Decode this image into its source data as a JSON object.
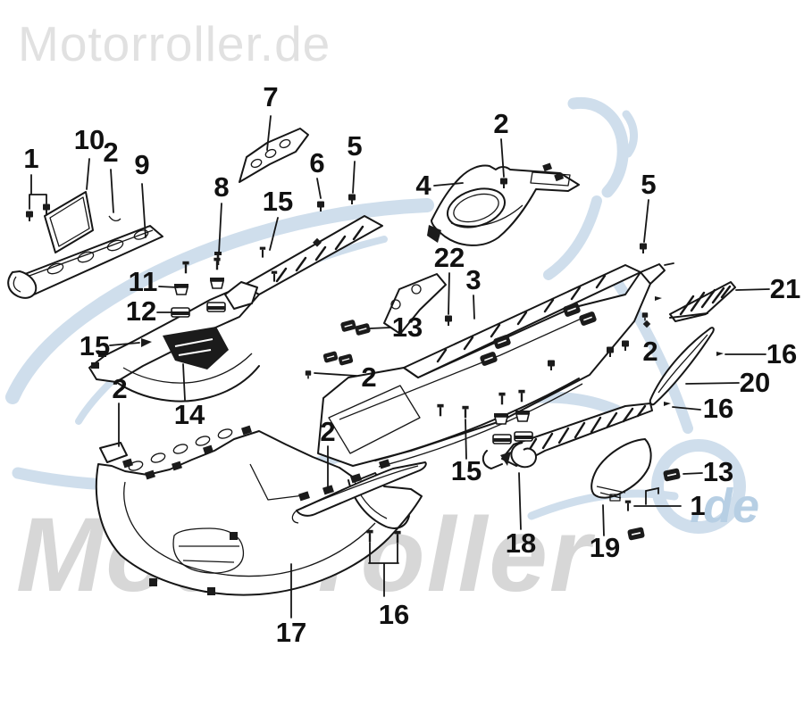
{
  "watermarks": {
    "top_logo": "Motorroller.de",
    "big_text": "Motorroller",
    "suffix": ".de"
  },
  "colors": {
    "line_art": "#161616",
    "top_logo_gray": "#e1e1e1",
    "watermark_gray": "#d7d7d7",
    "swirl_blue": "#cfdeec",
    "suffix_blue": "#b7cfe4",
    "callout_text": "#111111"
  },
  "callouts": [
    {
      "label": "1"
    },
    {
      "label": "10"
    },
    {
      "label": "2"
    },
    {
      "label": "9"
    },
    {
      "label": "7"
    },
    {
      "label": "8"
    },
    {
      "label": "15"
    },
    {
      "label": "6"
    },
    {
      "label": "5"
    },
    {
      "label": "2"
    },
    {
      "label": "4"
    },
    {
      "label": "22"
    },
    {
      "label": "3"
    },
    {
      "label": "5"
    },
    {
      "label": "21"
    },
    {
      "label": "11"
    },
    {
      "label": "12"
    },
    {
      "label": "13"
    },
    {
      "label": "15"
    },
    {
      "label": "2"
    },
    {
      "label": "16"
    },
    {
      "label": "20"
    },
    {
      "label": "16"
    },
    {
      "label": "2"
    },
    {
      "label": "2"
    },
    {
      "label": "14"
    },
    {
      "label": "2"
    },
    {
      "label": "15"
    },
    {
      "label": "13"
    },
    {
      "label": "1"
    },
    {
      "label": "18"
    },
    {
      "label": "19"
    },
    {
      "label": "16"
    },
    {
      "label": "17"
    }
  ]
}
